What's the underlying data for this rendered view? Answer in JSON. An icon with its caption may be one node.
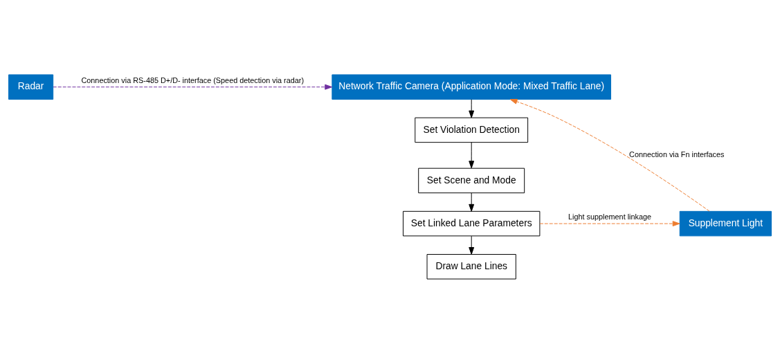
{
  "diagram": {
    "nodes": [
      {
        "text": [
          "Network Traffic Camera (Application Mode: Mixed Traffic Lane)"
        ]
      },
      {
        "text": [
          "Set Violation Detection"
        ]
      },
      {
        "text": [
          "Set Scene and Mode"
        ]
      },
      {
        "text": [
          "Set Linked Lane Parameters"
        ]
      },
      {
        "text": [
          "Draw Lane Lines"
        ]
      },
      {
        "text": [
          "Radar"
        ]
      },
      {
        "text": [
          "Supplement Light"
        ]
      }
    ],
    "edges": [
      {
        "from": 0,
        "to": 1,
        "arrow": "to"
      },
      {
        "from": 1,
        "to": 2,
        "arrow": "to"
      },
      {
        "from": 2,
        "to": 3,
        "arrow": "to"
      },
      {
        "from": 3,
        "to": 4,
        "arrow": "to"
      },
      {
        "from": 5,
        "to": 0,
        "arrow": "to",
        "label": "Connection via RS-485 D+/D- interface (Speed detection via radar)",
        "style": "dashed",
        "color": "#7030a0"
      },
      {
        "from": 6,
        "to": 0,
        "arrow": "to",
        "label": "Connection via Fn interfaces",
        "style": "dashed",
        "color": "#ed7d31"
      },
      {
        "from": 3,
        "to": 6,
        "arrow": "to",
        "label": "Light supplement linkage",
        "style": "dashed",
        "color": "#ed7d31"
      }
    ]
  }
}
